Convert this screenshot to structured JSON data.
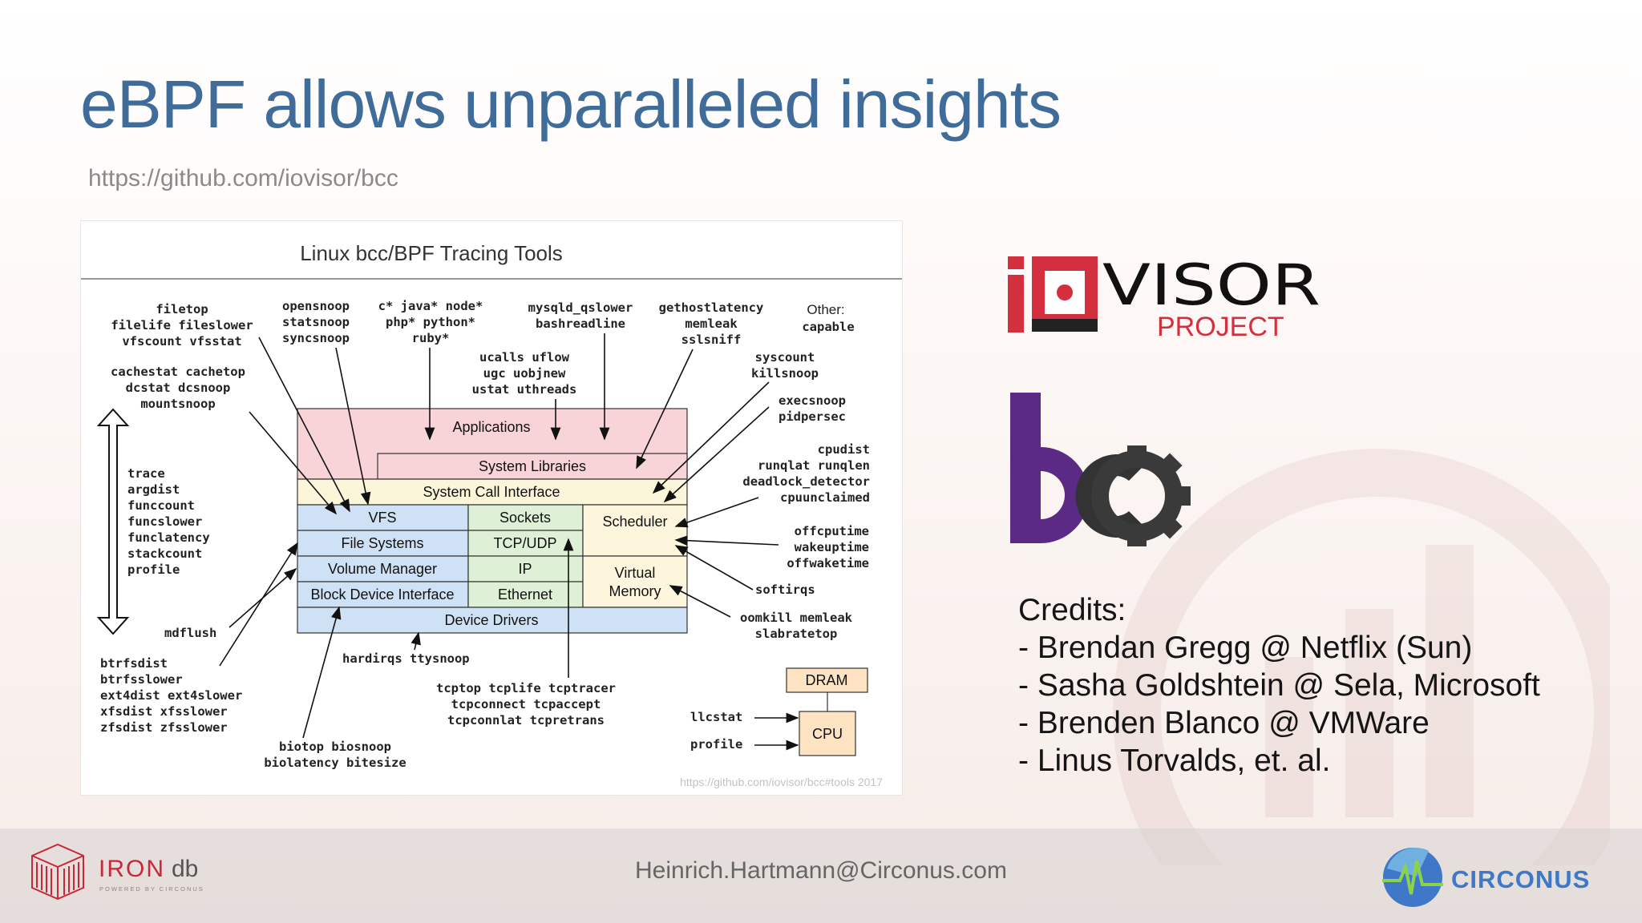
{
  "title": "eBPF allows unparalleled insights",
  "subtitle": "https://github.com/iovisor/bcc",
  "diagram": {
    "title": "Linux bcc/BPF Tracing Tools",
    "footer": "https://github.com/iovisor/bcc#tools 2017",
    "boxes": {
      "applications": "Applications",
      "system_libraries": "System Libraries",
      "system_call_interface": "System Call Interface",
      "vfs": "VFS",
      "sockets": "Sockets",
      "scheduler": "Scheduler",
      "file_systems": "File Systems",
      "tcp_udp": "TCP/UDP",
      "volume_manager": "Volume Manager",
      "ip": "IP",
      "virtual_memory_1": "Virtual",
      "virtual_memory_2": "Memory",
      "block_device_interface": "Block Device Interface",
      "ethernet": "Ethernet",
      "device_drivers": "Device Drivers",
      "dram": "DRAM",
      "cpu": "CPU"
    },
    "tools": {
      "filetop": [
        "filetop",
        "filelife fileslower",
        "vfscount vfsstat"
      ],
      "opensnoop": [
        "opensnoop",
        "statsnoop",
        "syncsnoop"
      ],
      "lang": [
        "c* java* node*",
        "php* python*",
        "ruby*"
      ],
      "mysqld": [
        "mysqld_qslower",
        "bashreadline"
      ],
      "gethostlatency": [
        "gethostlatency",
        "memleak",
        "sslsniff"
      ],
      "other": [
        "Other:",
        "capable"
      ],
      "ucalls": [
        "ucalls uflow",
        "ugc uobjnew",
        "ustat uthreads"
      ],
      "cachestat": [
        "cachestat cachetop",
        "dcstat dcsnoop",
        "mountsnoop"
      ],
      "syscount": [
        "syscount",
        "killsnoop"
      ],
      "execsnoop": [
        "execsnoop",
        "pidpersec"
      ],
      "cpudist": [
        "cpudist",
        "runqlat runqlen",
        "deadlock_detector",
        "cpuunclaimed"
      ],
      "trace": [
        "trace",
        "argdist",
        "funccount",
        "funcslower",
        "funclatency",
        "stackcount",
        "profile"
      ],
      "offcputime": [
        "offcputime",
        "wakeuptime",
        "offwaketime"
      ],
      "softirqs": [
        "softirqs"
      ],
      "oomkill": [
        "oomkill memleak",
        "slabratetop"
      ],
      "mdflush": [
        "mdflush"
      ],
      "btrfs": [
        "btrfsdist",
        "btrfsslower",
        "ext4dist ext4slower",
        "xfsdist xfsslower",
        "zfsdist zfsslower"
      ],
      "hardirqs": [
        "hardirqs ttysnoop"
      ],
      "tcptop": [
        "tcptop tcplife tcptracer",
        "tcpconnect tcpaccept",
        "tcpconnlat tcpretrans"
      ],
      "llcstat": [
        "llcstat"
      ],
      "profile2": [
        "profile"
      ],
      "biotop": [
        "biotop biosnoop",
        "biolatency bitesize"
      ]
    }
  },
  "iovisor": {
    "main": "VISOR",
    "sub": "PROJECT"
  },
  "bcc_logo": "bcc",
  "credits": [
    "Credits:",
    "- Brendan Gregg @ Netflix (Sun)",
    "- Sasha Goldshtein @ Sela, Microsoft",
    "- Brenden Blanco @ VMWare",
    "- Linus Torvalds, et. al."
  ],
  "footer": {
    "irondb": {
      "main_red": "IRON",
      "main_dark": "db",
      "tagline": "POWERED BY CIRCONUS"
    },
    "email": "Heinrich.Hartmann@Circonus.com",
    "circonus": "CIRCONUS"
  },
  "colors": {
    "title": "#3f6c98",
    "applications": "#f8d3d8",
    "system_call": "#fbf6d9",
    "kernel_blue": "#cfe2f5",
    "network_green": "#def0d6",
    "scheduler_yellow": "#fdf5dc",
    "dram_cpu": "#fde3c2",
    "iovisor_red": "#d32f3f",
    "bcc_purple": "#5a2a84",
    "circonus_blue": "#3f78c8"
  }
}
